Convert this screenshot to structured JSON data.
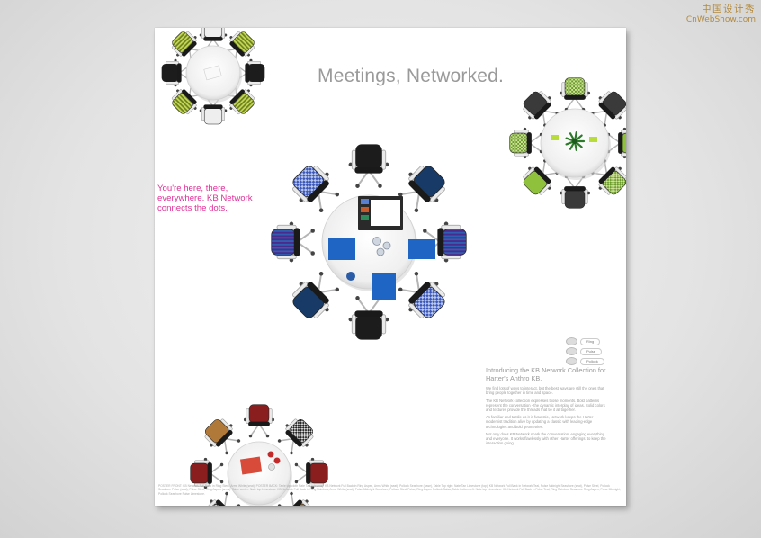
{
  "watermark": {
    "line1": "中国设计秀",
    "line2": "CnWebShow.com"
  },
  "poster": {
    "headline": "Meetings, Networked.",
    "tagline": "You're here, there, everywhere. KB Network connects the dots.",
    "legend": [
      {
        "label": "Ring"
      },
      {
        "label": "Pulse"
      },
      {
        "label": "Pollock"
      }
    ],
    "intro": {
      "title": "Introducing the KB Network Collection for Harter's Anthro KB.",
      "paragraphs": [
        "We find lots of ways to interact, but the best ways are still the ones that bring people together in time and space.",
        "The KB Network collection expresses those moments. Bold patterns represent the conversation - the dynamic interplay of ideas. Solid colors and textures provide the threads that tie it all together.",
        "As familiar and tactile as it is futuristic, Network keeps the Harter modernist tradition alive by updating a classic with leading-edge technologies and bold geometries.",
        "Not only does KB Network spark the conversation, engaging everything and everyone. It works flawlessly with other Harter offerings, to keep the interaction going."
      ]
    },
    "footer": "POSTER FRONT: KB Network Full Back in Ring Steel, Arms White (seat). POSTER BACK: Table top cloth Nate Tan (chrome). KB Network Full Back in Ring Aspen, Arms White (seat), Pollock Seashore (base), Table Top right: Nate Tan Limestone (top). KB Network Full Back in Network Teal, Pulse Midnight Seashore (seat), Pulse Steel, Pollock Seashore Pulse (seat), Pulse Steel, Ring Aspen (arms). Table center: Nate top Limestone. KB Network Full Back in Ring Rainbow, Arms White (seat), Pulse Midnight Seashore, Pollock Steel Pulse, Ring Aspen Pollock Salsa, Table bottom left: Nate top Limestone. KB Network Full Back in Pulse Teal, Ring Rainbow Seashore Ring Aspen, Pulse Midnight, Pollock Seashore Pulse Limestone."
  }
}
